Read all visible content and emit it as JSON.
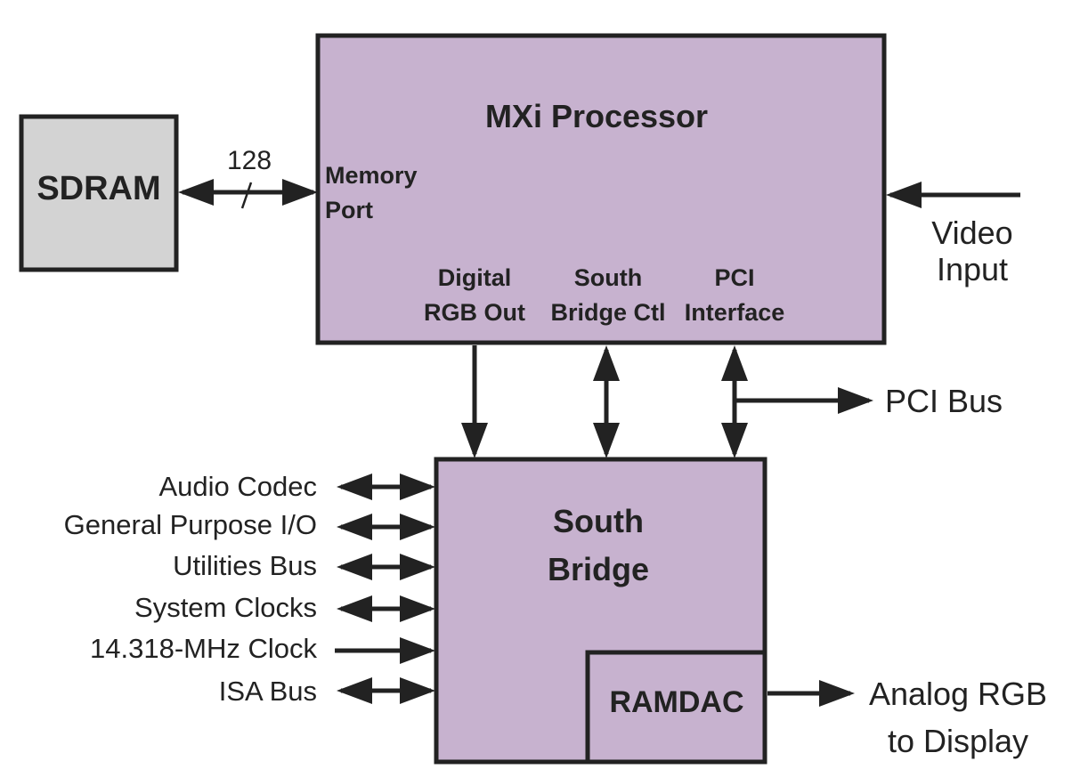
{
  "colors": {
    "processor_fill": "#c7b2cf",
    "sdram_fill": "#d3d3d3",
    "stroke": "#222222"
  },
  "sdram": {
    "label": "SDRAM"
  },
  "processor": {
    "title": "MXi Processor",
    "memory_port": [
      "Memory",
      "Port"
    ],
    "digital_rgb_out": [
      "Digital",
      "RGB Out"
    ],
    "south_bridge_ctl": [
      "South",
      "Bridge Ctl"
    ],
    "pci_interface": [
      "PCI",
      "Interface"
    ]
  },
  "bus_width": "128",
  "video_input": [
    "Video",
    "Input"
  ],
  "pci_bus": "PCI Bus",
  "south_bridge": {
    "title": [
      "South",
      "Bridge"
    ]
  },
  "ramdac": {
    "label": "RAMDAC"
  },
  "analog_rgb": [
    "Analog RGB",
    "to Display"
  ],
  "south_bridge_signals": [
    "Audio Codec",
    "General Purpose I/O",
    "Utilities Bus",
    "System Clocks",
    "14.318-MHz Clock",
    "ISA Bus"
  ]
}
